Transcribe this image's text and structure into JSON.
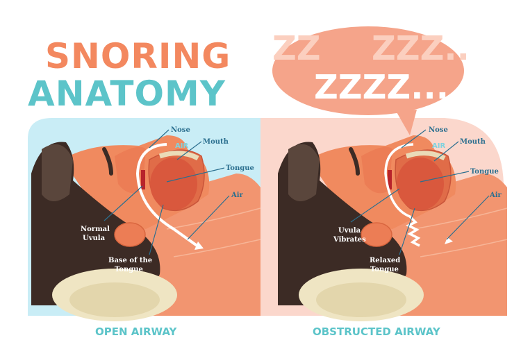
{
  "title": {
    "line1": "SNORING",
    "line2": "ANATOMY"
  },
  "bubble": {
    "front": "ZZZZ...",
    "back": "ZZZ..",
    "left": "ZZ"
  },
  "left_panel": {
    "caption": "OPEN AIRWAY",
    "labels": {
      "nose": "Nose",
      "air_top": "AIR",
      "mouth": "Mouth",
      "tongue": "Tongue",
      "air": "Air",
      "uvula_1": "Normal",
      "uvula_2": "Uvula",
      "base_1": "Base of the",
      "base_2": "Tongue"
    }
  },
  "right_panel": {
    "caption": "OBSTRUCTED AIRWAY",
    "labels": {
      "nose": "Nose",
      "air_top": "AIR",
      "mouth": "Mouth",
      "tongue": "Tongue",
      "air": "Air",
      "uvula_1": "Uvula",
      "uvula_2": "Vibrates",
      "base_1": "Relaxed",
      "base_2": "Tongue"
    }
  },
  "colors": {
    "orange": "#f3885f",
    "teal": "#5cc4c9",
    "blue_bg": "#c9edf6",
    "pink_bg": "#fbd7cc",
    "skin": "#f08a5f",
    "hair": "#3c2b25",
    "pillow": "#efe5c3"
  }
}
